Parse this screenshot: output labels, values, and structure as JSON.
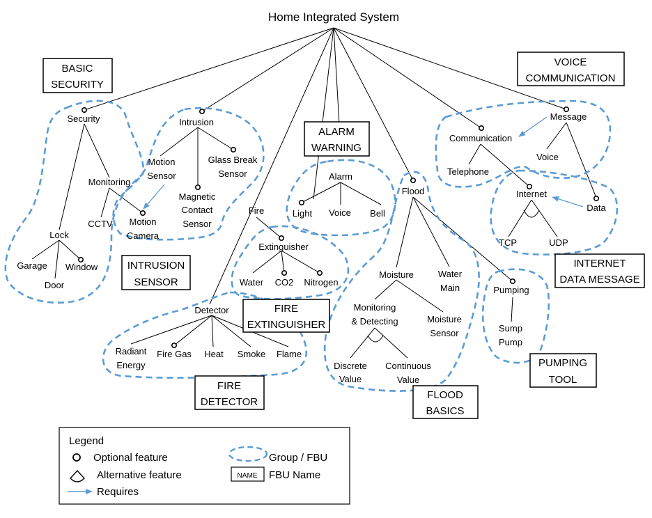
{
  "title": "Home Integrated System",
  "features": {
    "security": "Security",
    "monitoring": "Monitoring",
    "cctv": "CCTV",
    "lock": "Lock",
    "garage": "Garage",
    "window": "Window",
    "door": "Door",
    "intrusion": "Intrusion",
    "motion_sensor": [
      "Motion",
      "Sensor"
    ],
    "glass_break": [
      "Glass Break",
      "Sensor"
    ],
    "magnetic": [
      "Magnetic",
      "Contact",
      "Sensor"
    ],
    "motion_camera": [
      "Motion",
      "Camera"
    ],
    "fire": "Fire",
    "extinguisher": "Extinguisher",
    "water": "Water",
    "co2": "CO2",
    "nitrogen": "Nitrogen",
    "detector": "Detector",
    "radiant": [
      "Radiant",
      "Energy"
    ],
    "fire_gas": "Fire Gas",
    "heat": "Heat",
    "smoke": "Smoke",
    "flame": "Flame",
    "alarm": "Alarm",
    "light": "Light",
    "voice_alarm": "Voice",
    "bell": "Bell",
    "flood": "Flood",
    "moisture": "Moisture",
    "water_main": [
      "Water",
      "Main"
    ],
    "pumping": "Pumping",
    "sump_pump": [
      "Sump",
      "Pump"
    ],
    "monitoring_detecting": [
      "Monitoring",
      "& Detecting"
    ],
    "moisture_sensor": [
      "Moisture",
      "Sensor"
    ],
    "discrete": [
      "Discrete",
      "Value"
    ],
    "continuous": [
      "Continuous",
      "Value"
    ],
    "communication": "Communication",
    "telephone": "Telephone",
    "message": "Message",
    "voice_msg": "Voice",
    "data": "Data",
    "internet": "Internet",
    "tcp": "TCP",
    "udp": "UDP"
  },
  "fbu_names": {
    "basic_security": [
      "BASIC",
      "SECURITY"
    ],
    "intrusion_sensor": [
      "INTRUSION",
      "SENSOR"
    ],
    "alarm_warning": [
      "ALARM",
      "WARNING"
    ],
    "fire_extinguisher": [
      "FIRE",
      "EXTINGUISHER"
    ],
    "fire_detector": [
      "FIRE",
      "DETECTOR"
    ],
    "flood_basics": [
      "FLOOD",
      "BASICS"
    ],
    "voice_communication": [
      "VOICE",
      "COMMUNICATION"
    ],
    "internet_data_message": [
      "INTERNET",
      "DATA MESSAGE"
    ],
    "pumping_tool": [
      "PUMPING",
      "TOOL"
    ]
  },
  "legend": {
    "title": "Legend",
    "optional": "Optional feature",
    "alternative": "Alternative feature",
    "requires": "Requires",
    "group": "Group / FBU",
    "fbu_name_sample": "NAME",
    "fbu_name": "FBU Name"
  },
  "colors": {
    "group_stroke": "#5b9bd5",
    "requires_arrow": "#5b9bd5",
    "edge": "#000000"
  }
}
